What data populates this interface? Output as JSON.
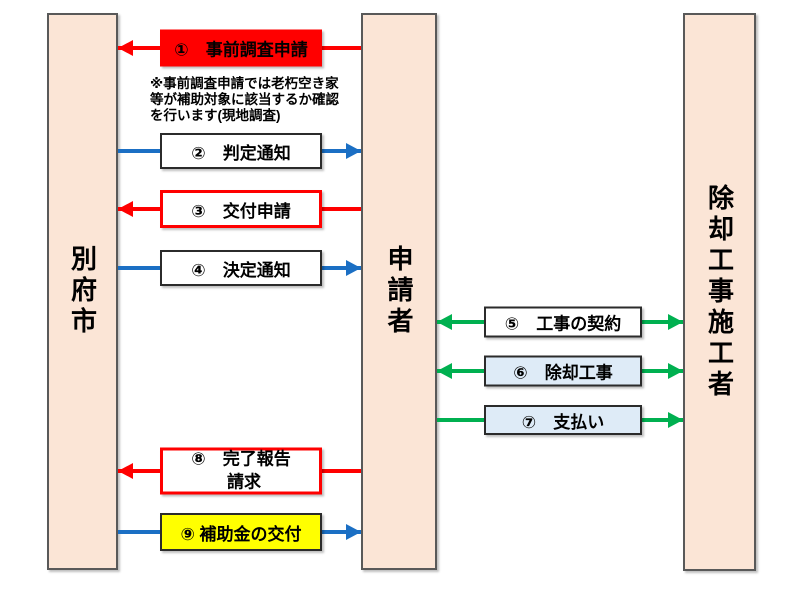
{
  "diagram": {
    "columns": [
      {
        "id": "beppu-city",
        "label": "別府市"
      },
      {
        "id": "applicant",
        "label": "申請者"
      },
      {
        "id": "contractor",
        "label": "除却工事施工者"
      }
    ],
    "note": "※事前調査申請では老朽空き家\n等が補助対象に該当するか確認\nを行います(現地調査)",
    "steps": [
      {
        "label": "①　事前調査申請",
        "from": "applicant",
        "to": "beppu-city",
        "arrow_color": "red",
        "box_style": "red-fill"
      },
      {
        "label": "②　判定通知",
        "from": "beppu-city",
        "to": "applicant",
        "arrow_color": "blue",
        "box_style": "white"
      },
      {
        "label": "③　交付申請",
        "from": "applicant",
        "to": "beppu-city",
        "arrow_color": "red",
        "box_style": "red-border"
      },
      {
        "label": "④　決定通知",
        "from": "beppu-city",
        "to": "applicant",
        "arrow_color": "blue",
        "box_style": "white"
      },
      {
        "label": "⑤　工事の契約",
        "from": "applicant",
        "to": "contractor",
        "bidirectional": true,
        "arrow_color": "green",
        "box_style": "white"
      },
      {
        "label": "⑥　除却工事",
        "from": "applicant",
        "to": "contractor",
        "bidirectional": true,
        "arrow_color": "green",
        "box_style": "light-blue"
      },
      {
        "label": "⑦　支払い",
        "from": "applicant",
        "to": "contractor",
        "arrow_color": "green",
        "box_style": "light-blue"
      },
      {
        "label": "⑧　完了報告",
        "label_line2": "請求",
        "from": "applicant",
        "to": "beppu-city",
        "arrow_color": "red",
        "box_style": "red-border"
      },
      {
        "label": "⑨ 補助金の交付",
        "from": "beppu-city",
        "to": "applicant",
        "arrow_color": "blue",
        "box_style": "yellow"
      }
    ],
    "colors": {
      "red": "#ff0000",
      "blue": "#1b6fc4",
      "green": "#00b050",
      "column_fill": "#fbe5d6",
      "lightblue_fill": "#deebf7",
      "yellow_fill": "#ffff00"
    }
  }
}
